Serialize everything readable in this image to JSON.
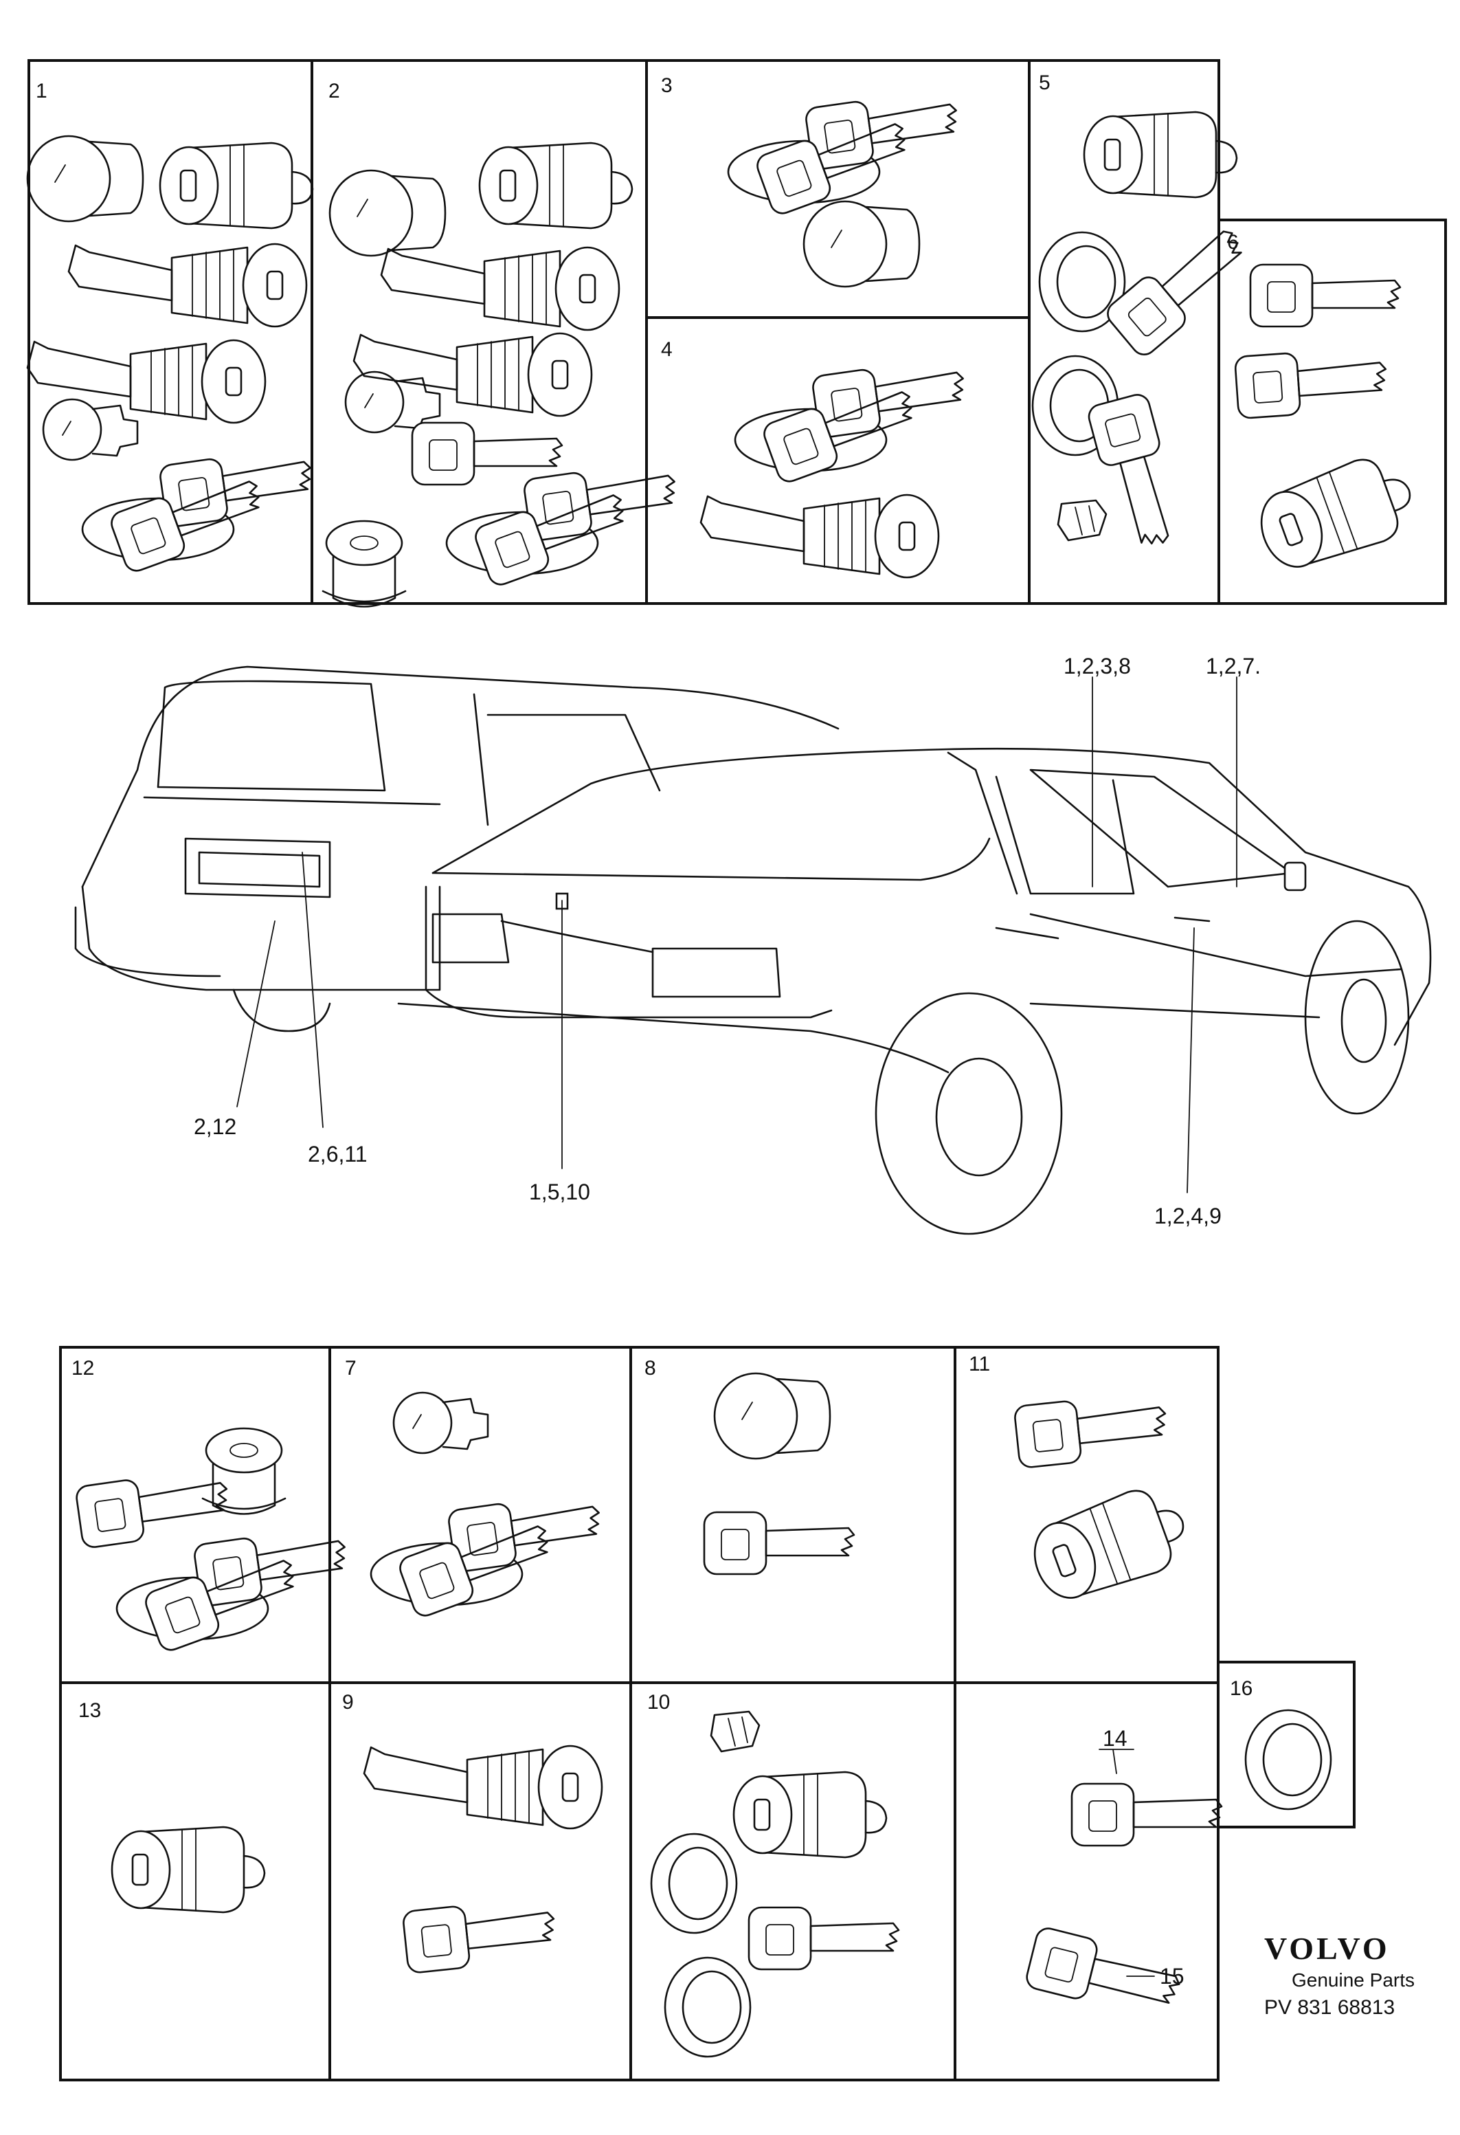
{
  "top_boxes": [
    {
      "label": "1"
    },
    {
      "label": "2"
    },
    {
      "label": "3"
    },
    {
      "label": "4"
    },
    {
      "label": "5"
    },
    {
      "label": "6"
    }
  ],
  "bottom_boxes": [
    {
      "label": "12"
    },
    {
      "label": "7"
    },
    {
      "label": "8"
    },
    {
      "label": "11"
    },
    {
      "label": "13"
    },
    {
      "label": "9"
    },
    {
      "label": "10"
    },
    {
      "label": "16"
    }
  ],
  "item_callouts": {
    "item_14": "14",
    "item_15": "15"
  },
  "car_callouts": [
    {
      "text": "1,2,3,8"
    },
    {
      "text": "1,2,7."
    },
    {
      "text": "2,12"
    },
    {
      "text": "2,6,11"
    },
    {
      "text": "1,5,10"
    },
    {
      "text": "1,2,4,9"
    }
  ],
  "branding": {
    "name": "VOLVO",
    "subtitle": "Genuine Parts",
    "part_number": "PV 831 68813"
  }
}
